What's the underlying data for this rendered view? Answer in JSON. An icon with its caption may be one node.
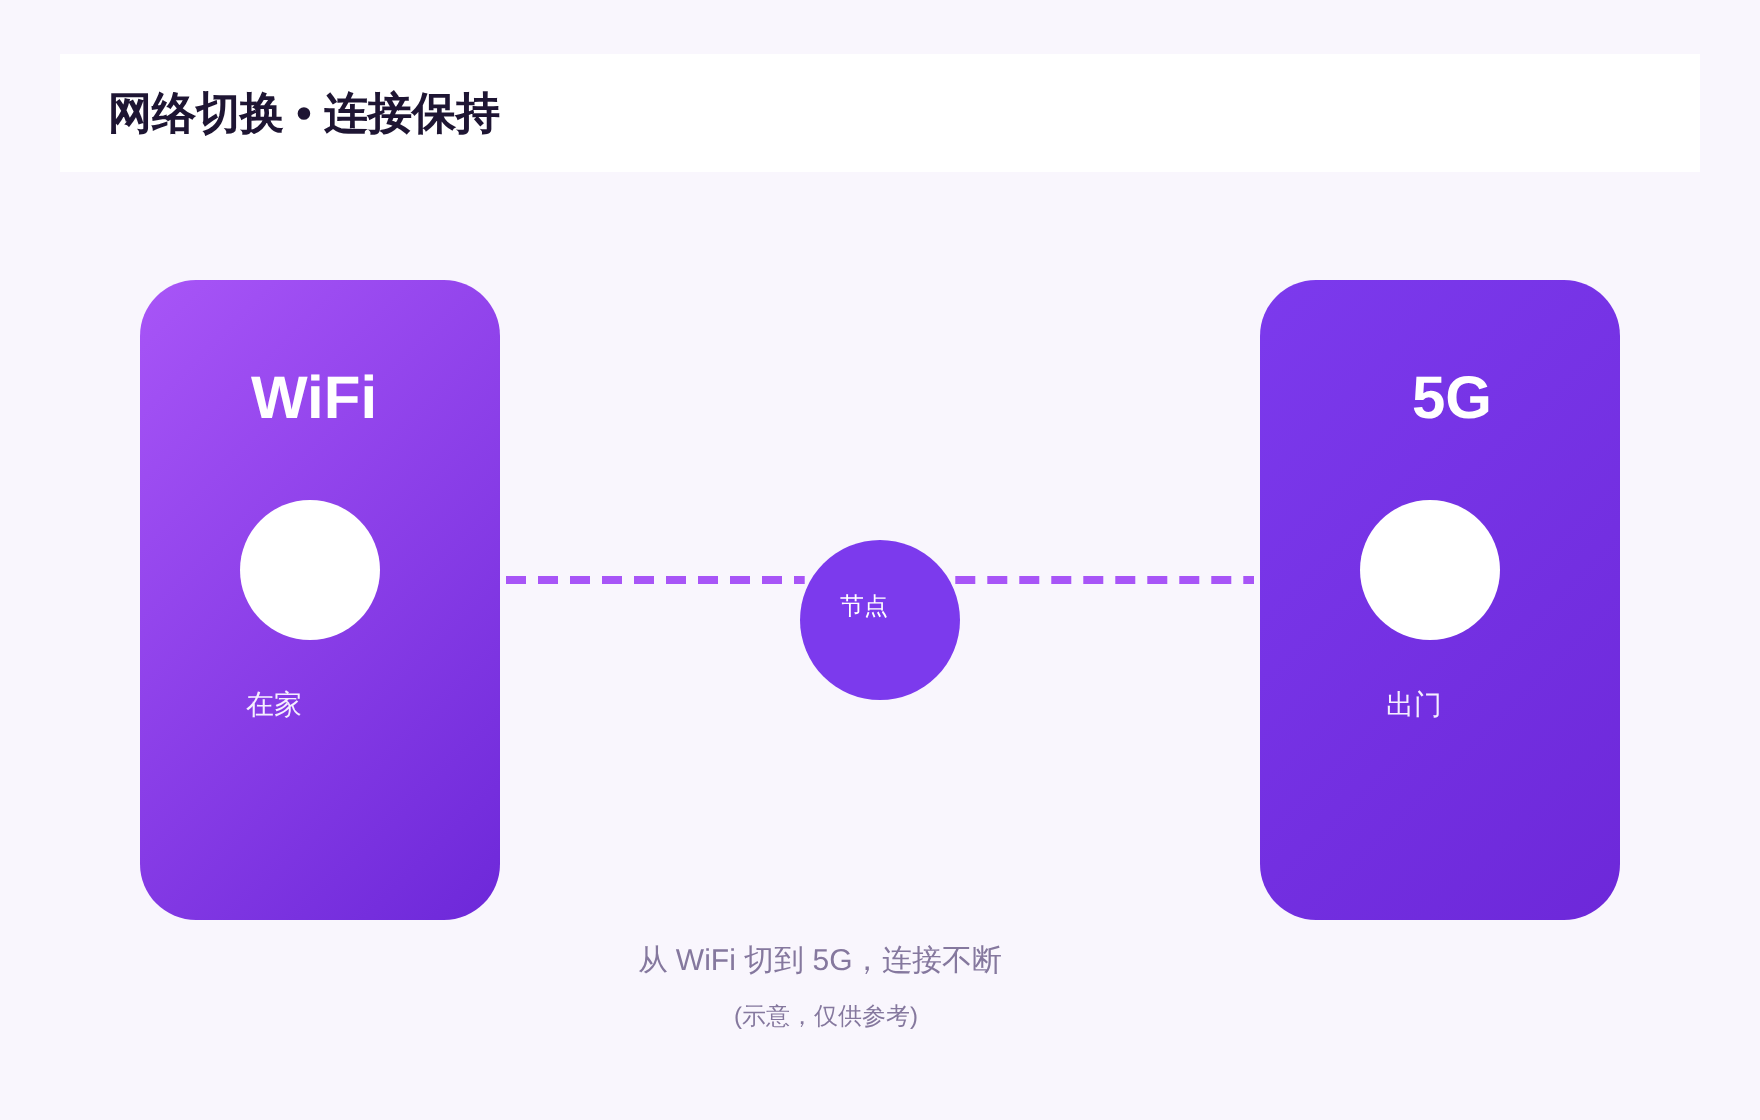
{
  "diagram": {
    "title": "网络切换 • 连接保持",
    "nodes": [
      {
        "text": [
          "WiFi",
          "在家"
        ]
      },
      {
        "text": [],
        "shape": "circle",
        "in": 0
      },
      {
        "text": [
          "节点"
        ]
      },
      {
        "text": [
          "5G",
          "出门"
        ]
      },
      {
        "text": [],
        "shape": "circle",
        "in": 3
      }
    ],
    "edges": [
      {
        "from": 0,
        "to": 2,
        "arrow": "none",
        "style": "dashed"
      },
      {
        "from": 2,
        "to": 3,
        "arrow": "none",
        "style": "dashed"
      }
    ],
    "labels": [
      "从 WiFi 切到 5G，连接不断",
      "(示意，仅供参考)"
    ]
  }
}
